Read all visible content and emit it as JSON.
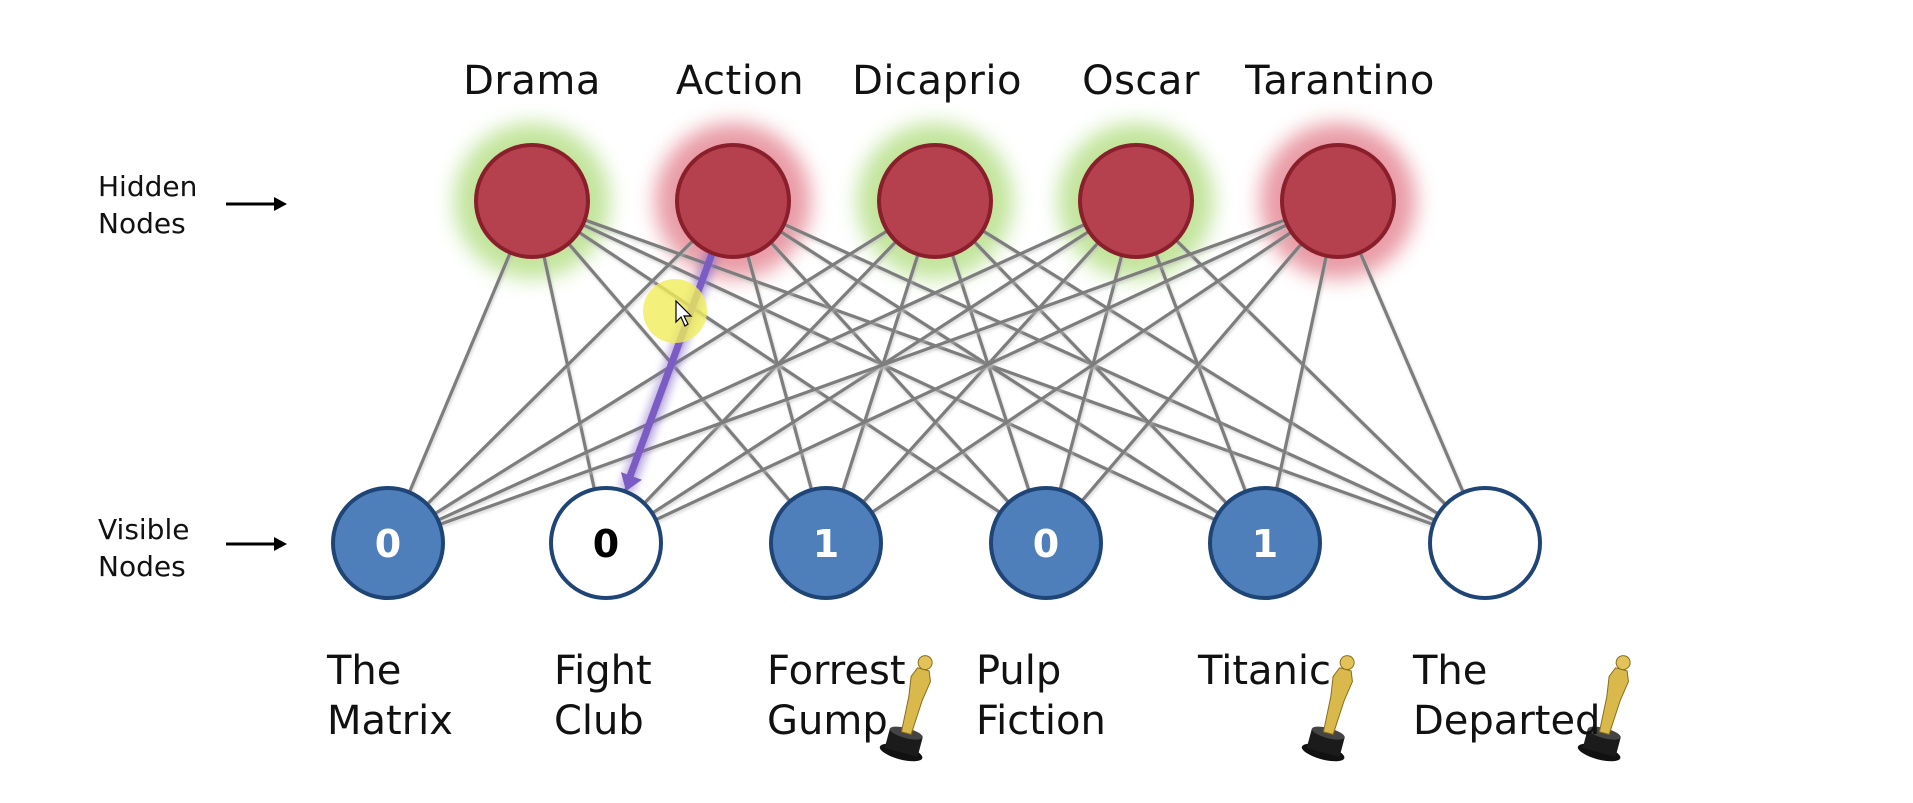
{
  "diagram": {
    "type": "restricted-boltzmann-machine",
    "side_labels": {
      "hidden": [
        "Hidden",
        "Nodes"
      ],
      "visible": [
        "Visible",
        "Nodes"
      ]
    },
    "hidden_nodes": [
      {
        "label": "Drama",
        "glow": "green"
      },
      {
        "label": "Action",
        "glow": "red"
      },
      {
        "label": "Dicaprio",
        "glow": "green"
      },
      {
        "label": "Oscar",
        "glow": "green"
      },
      {
        "label": "Tarantino",
        "glow": "red"
      }
    ],
    "visible_nodes": [
      {
        "movie": [
          "The",
          "Matrix"
        ],
        "value": "0",
        "filled": true,
        "oscar": false
      },
      {
        "movie": [
          "Fight",
          "Club"
        ],
        "value": "0",
        "filled": false,
        "oscar": false
      },
      {
        "movie": [
          "Forrest",
          "Gump"
        ],
        "value": "1",
        "filled": true,
        "oscar": true
      },
      {
        "movie": [
          "Pulp",
          "Fiction"
        ],
        "value": "0",
        "filled": true,
        "oscar": false
      },
      {
        "movie": [
          "Titanic",
          ""
        ],
        "value": "1",
        "filled": true,
        "oscar": true
      },
      {
        "movie": [
          "The",
          "Departed"
        ],
        "value": "",
        "filled": false,
        "oscar": true
      }
    ],
    "highlighted_edge": {
      "from_hidden": "Action",
      "to_visible": "Fight Club",
      "color": "#7b5cc4"
    },
    "colors": {
      "hidden_fill": "#b5404e",
      "hidden_stroke": "#8a1f2c",
      "glow_green": "#b8e08a",
      "glow_red": "#e58a96",
      "visible_fill": "#4f7fba",
      "visible_stroke": "#1f4577",
      "edge": "#7d7d7d",
      "cursor_highlight": "#f0ee5a"
    }
  }
}
